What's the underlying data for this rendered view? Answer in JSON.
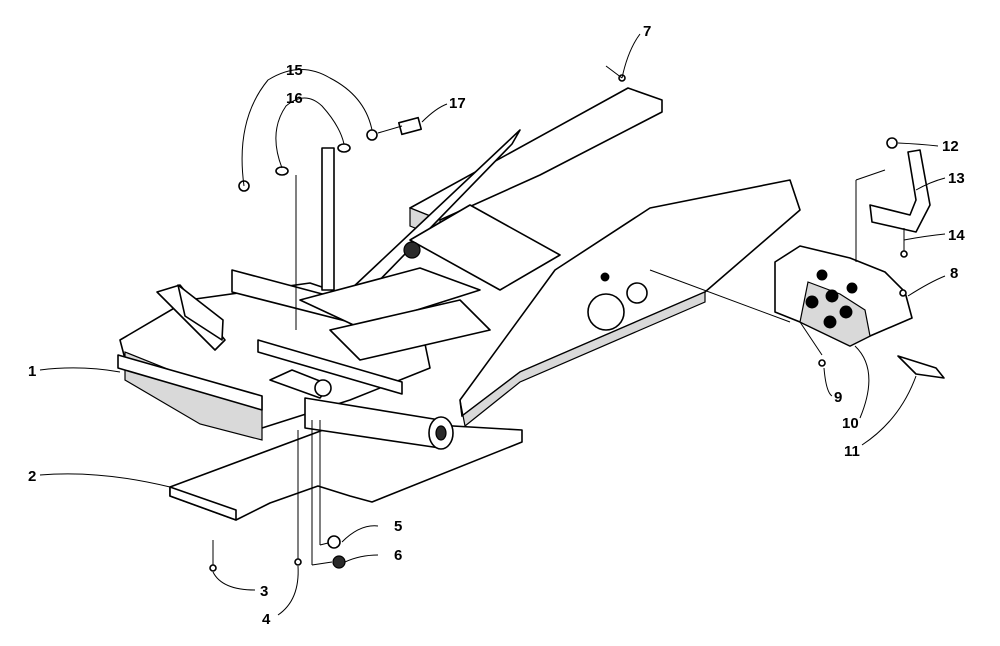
{
  "callouts": [
    {
      "id": "c1",
      "label": "1"
    },
    {
      "id": "c2",
      "label": "2"
    },
    {
      "id": "c3",
      "label": "3"
    },
    {
      "id": "c4",
      "label": "4"
    },
    {
      "id": "c5",
      "label": "5"
    },
    {
      "id": "c6",
      "label": "6"
    },
    {
      "id": "c7",
      "label": "7"
    },
    {
      "id": "c8",
      "label": "8"
    },
    {
      "id": "c9",
      "label": "9"
    },
    {
      "id": "c10",
      "label": "10"
    },
    {
      "id": "c11",
      "label": "11"
    },
    {
      "id": "c12",
      "label": "12"
    },
    {
      "id": "c13",
      "label": "13"
    },
    {
      "id": "c14",
      "label": "14"
    },
    {
      "id": "c15",
      "label": "15"
    },
    {
      "id": "c16",
      "label": "16"
    },
    {
      "id": "c17",
      "label": "17"
    }
  ]
}
